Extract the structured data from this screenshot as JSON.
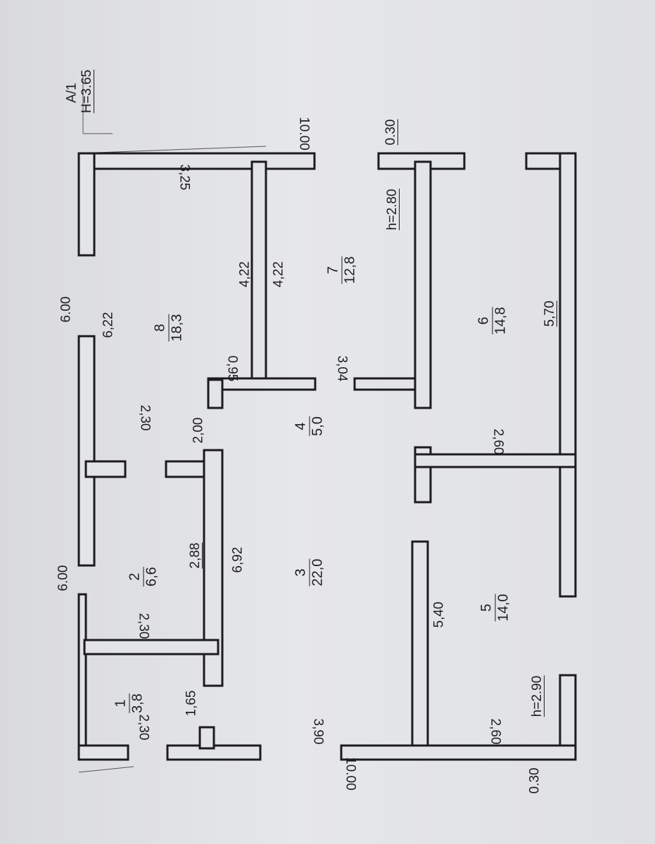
{
  "sheet_ref": "A/1",
  "total_height": "H=3.65",
  "rooms": [
    {
      "num": "1",
      "area": "3,8"
    },
    {
      "num": "2",
      "area": "6,6"
    },
    {
      "num": "3",
      "area": "22,0"
    },
    {
      "num": "4",
      "area": "5,0"
    },
    {
      "num": "5",
      "area": "14,0"
    },
    {
      "num": "6",
      "area": "14,8"
    },
    {
      "num": "7",
      "area": "12,8"
    },
    {
      "num": "8",
      "area": "18,3"
    }
  ],
  "dimensions": {
    "overall_top": "10.00",
    "overall_bottom": "10.00",
    "side_left_lower": "6.00",
    "side_left_upper": "6.00",
    "wall_thickness_top": "0.30",
    "wall_thickness_bottom": "0.30",
    "r8_width": "3,25",
    "r8_length": "6,22",
    "r8_inner": "4,22",
    "r7_inner": "4,22",
    "r8_wall_jog": "0,95",
    "r7_width": "3,04",
    "r8_lower_width": "2,30",
    "corridor_width": "2,00",
    "r2_length": "2,88",
    "r2_width": "2,30",
    "r3_length": "6,92",
    "r1_length": "1,65",
    "r1_width": "2,30",
    "r3_width": "3,90",
    "r5_length": "5,40",
    "r5_width": "2,60",
    "r6_width": "2,60",
    "r6_length": "5,70",
    "height_7": "h=2.80",
    "height_5": "h=2.90"
  }
}
